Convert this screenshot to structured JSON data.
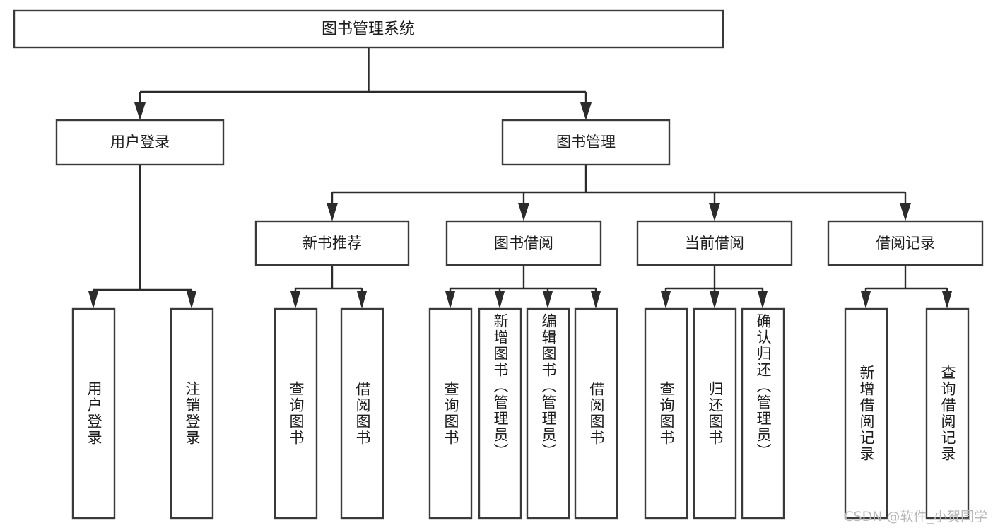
{
  "diagram": {
    "type": "tree-hierarchy",
    "title": "图书管理系统",
    "root": {
      "id": "root",
      "label": "图书管理系统"
    },
    "level2": [
      {
        "id": "user-login",
        "label": "用户登录"
      },
      {
        "id": "book-manage",
        "label": "图书管理"
      }
    ],
    "level3": [
      {
        "id": "new-book-recommend",
        "label": "新书推荐",
        "parent": "book-manage"
      },
      {
        "id": "book-borrow",
        "label": "图书借阅",
        "parent": "book-manage"
      },
      {
        "id": "current-borrow",
        "label": "当前借阅",
        "parent": "book-manage"
      },
      {
        "id": "borrow-record",
        "label": "借阅记录",
        "parent": "book-manage"
      }
    ],
    "leaves": [
      {
        "id": "leaf-user-login",
        "label": "用户登录",
        "parent": "user-login",
        "align": "center"
      },
      {
        "id": "leaf-user-logout",
        "label": "注销登录",
        "parent": "user-login",
        "align": "center"
      },
      {
        "id": "leaf-query-book-1",
        "label": "查询图书",
        "parent": "new-book-recommend",
        "align": "center"
      },
      {
        "id": "leaf-borrow-book-1",
        "label": "借阅图书",
        "parent": "new-book-recommend",
        "align": "center"
      },
      {
        "id": "leaf-query-book-2",
        "label": "查询图书",
        "parent": "book-borrow",
        "align": "center"
      },
      {
        "id": "leaf-add-book",
        "label": "新增图书（管理员）",
        "parent": "book-borrow",
        "align": "top"
      },
      {
        "id": "leaf-edit-book",
        "label": "编辑图书（管理员）",
        "parent": "book-borrow",
        "align": "top"
      },
      {
        "id": "leaf-borrow-book-2",
        "label": "借阅图书",
        "parent": "book-borrow",
        "align": "center"
      },
      {
        "id": "leaf-query-book-3",
        "label": "查询图书",
        "parent": "current-borrow",
        "align": "center"
      },
      {
        "id": "leaf-return-book",
        "label": "归还图书",
        "parent": "current-borrow",
        "align": "center"
      },
      {
        "id": "leaf-confirm-return",
        "label": "确认归还（管理员）",
        "parent": "current-borrow",
        "align": "top"
      },
      {
        "id": "leaf-add-record",
        "label": "新增借阅记录",
        "parent": "borrow-record",
        "align": "center"
      },
      {
        "id": "leaf-query-record",
        "label": "查询借阅记录",
        "parent": "borrow-record",
        "align": "center"
      }
    ]
  },
  "watermark": {
    "text": "CSDN @软件_小贺同学"
  },
  "colors": {
    "stroke": "#3a3a3a",
    "connector": "#2b2b2b",
    "text": "#1c1c1c",
    "background": "#ffffff",
    "watermark": "#b9b9b9"
  }
}
